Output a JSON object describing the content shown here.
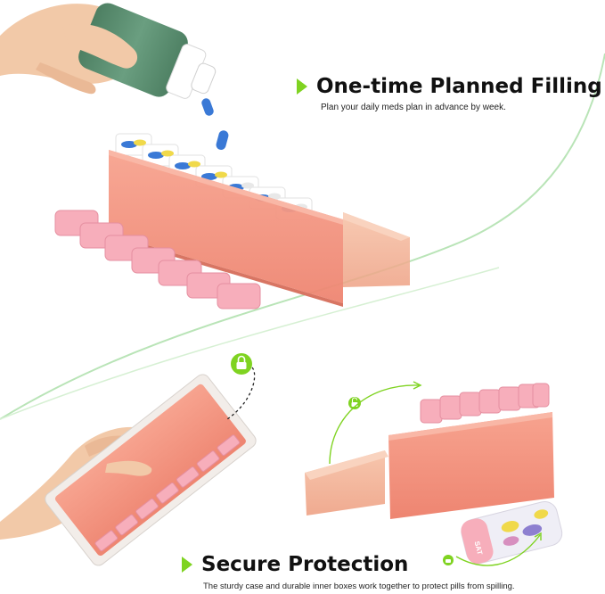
{
  "features": [
    {
      "title": "One-time Planned Filling",
      "description": "Plan your daily meds plan in advance by week."
    },
    {
      "title": "Secure Protection",
      "description": "The sturdy case and durable inner boxes work together to protect pills from spilling."
    }
  ],
  "labels": {
    "day_label": "SAT"
  },
  "colors": {
    "accent": "#7fd321",
    "case": "#f4937f",
    "lid": "#f7aebb",
    "bottle_label": "#5a8d6e",
    "swoosh": "#b9e4b7"
  },
  "icons": {
    "lock": "lock-icon",
    "unlock": "unlock-icon",
    "arrow": "arrow-icon"
  }
}
